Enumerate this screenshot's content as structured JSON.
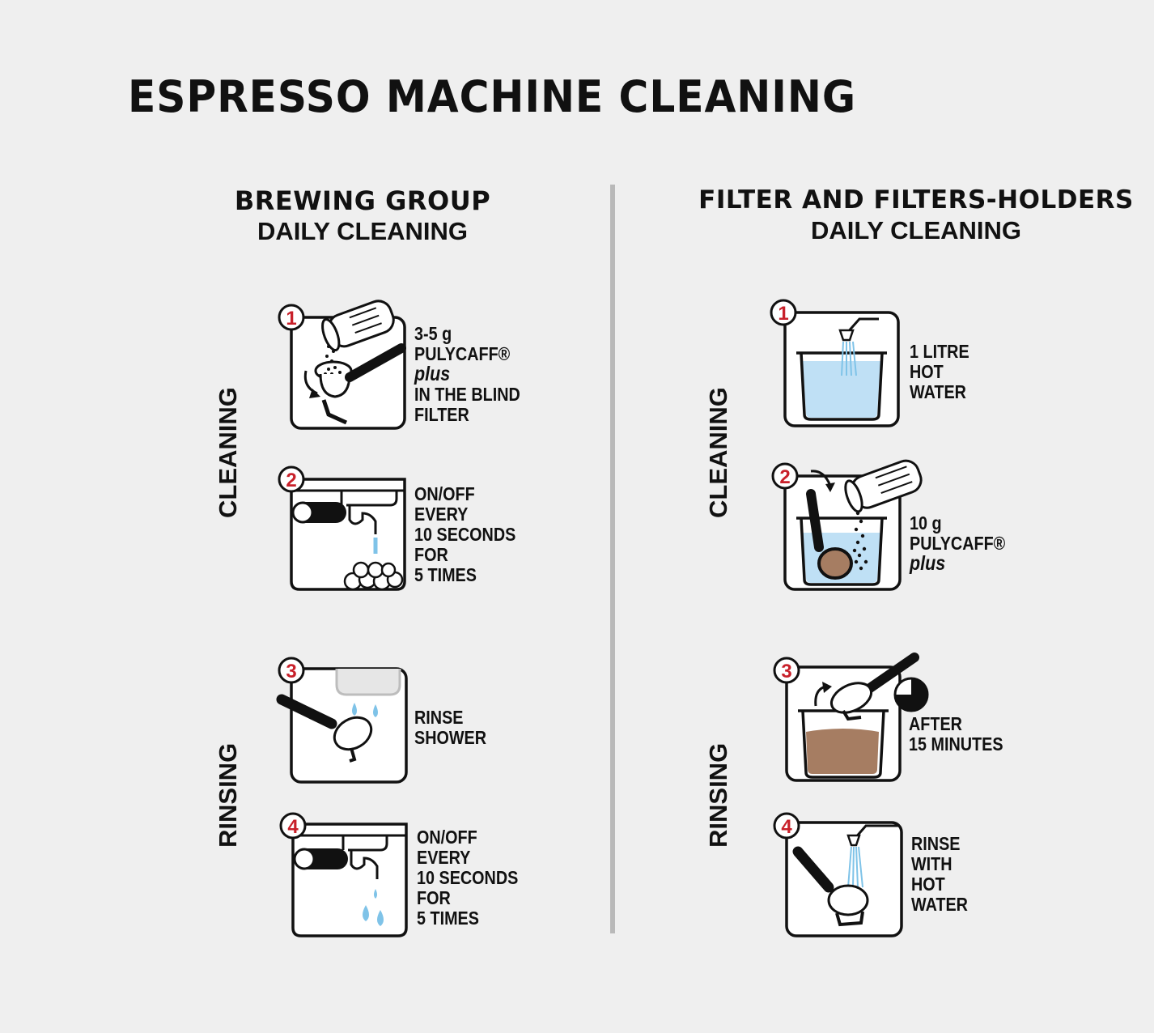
{
  "title": "ESPRESSO MACHINE CLEANING",
  "left": {
    "heading": "BREWING GROUP",
    "subheading": "DAILY CLEANING",
    "label_cleaning": "CLEANING",
    "label_rinsing": "RINSING",
    "steps": [
      {
        "num": "1",
        "lines": [
          "3-5 g",
          "PULYCAFF®",
          "plus",
          "IN THE BLIND",
          "FILTER"
        ]
      },
      {
        "num": "2",
        "lines": [
          "ON/OFF",
          "EVERY",
          "10 SECONDS",
          "FOR",
          "5 TIMES"
        ]
      },
      {
        "num": "3",
        "lines": [
          "RINSE",
          "SHOWER"
        ]
      },
      {
        "num": "4",
        "lines": [
          "ON/OFF",
          "EVERY",
          "10 SECONDS",
          "FOR",
          "5 TIMES"
        ]
      }
    ]
  },
  "right": {
    "heading": "FILTER AND FILTERS-HOLDERS",
    "subheading": "DAILY CLEANING",
    "label_cleaning": "CLEANING",
    "label_rinsing": "RINSING",
    "steps": [
      {
        "num": "1",
        "lines": [
          "1 LITRE",
          "HOT",
          "WATER"
        ]
      },
      {
        "num": "2",
        "lines": [
          "10 g",
          "PULYCAFF®",
          "plus"
        ]
      },
      {
        "num": "3",
        "lines": [
          "AFTER",
          "15 MINUTES"
        ]
      },
      {
        "num": "4",
        "lines": [
          "RINSE",
          "WITH",
          "HOT",
          "WATER"
        ]
      }
    ]
  },
  "colors": {
    "badge": "#c8202a",
    "water": "#bfe0f5",
    "coffee": "#a67d62",
    "divider": "#b9b9b9"
  }
}
